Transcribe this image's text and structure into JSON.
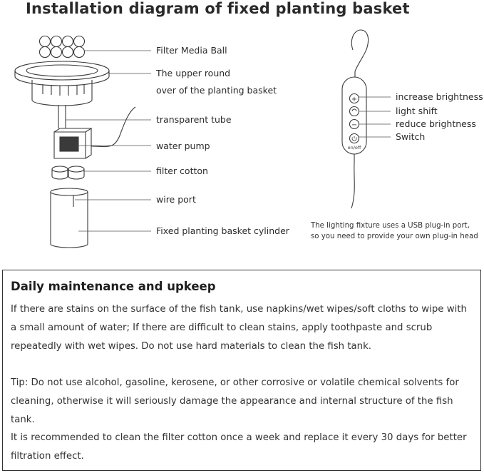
{
  "header": {
    "title": "Installation diagram of fixed planting basket"
  },
  "diagram_labels": {
    "filter_media_ball": "Filter Media Ball",
    "upper_round_line1": "The upper round",
    "upper_round_line2": "over of the planting basket",
    "transparent_tube": "transparent tube",
    "water_pump": "water pump",
    "filter_cotton": "filter cotton",
    "wire_port": "wire port",
    "cylinder": "Fixed planting basket cylinder"
  },
  "remote": {
    "increase": "increase brightness",
    "light_shift": "light shift",
    "reduce": "reduce brightness",
    "switch": "Switch",
    "onoff": "on/off",
    "plus_symbol": "+",
    "minus_symbol": "−",
    "note_line1": "The lighting fixture uses a USB plug-in port,",
    "note_line2": "so you need to provide your own plug-in head"
  },
  "maintenance": {
    "heading": "Daily maintenance and upkeep",
    "para1": "If there are stains on the surface of the fish tank, use napkins/wet wipes/soft cloths to wipe with a small amount of water; If there are difficult to clean stains, apply toothpaste and scrub repeatedly with wet wipes. Do not use hard materials to clean the fish tank.",
    "para2": "Tip: Do not use alcohol, gasoline, kerosene, or other corrosive or volatile chemical solvents for cleaning, otherwise it will seriously damage the appearance and internal structure of the fish tank.",
    "para3": "It is recommended to clean the filter cotton once a week and replace it every 30 days for better filtration effect."
  }
}
